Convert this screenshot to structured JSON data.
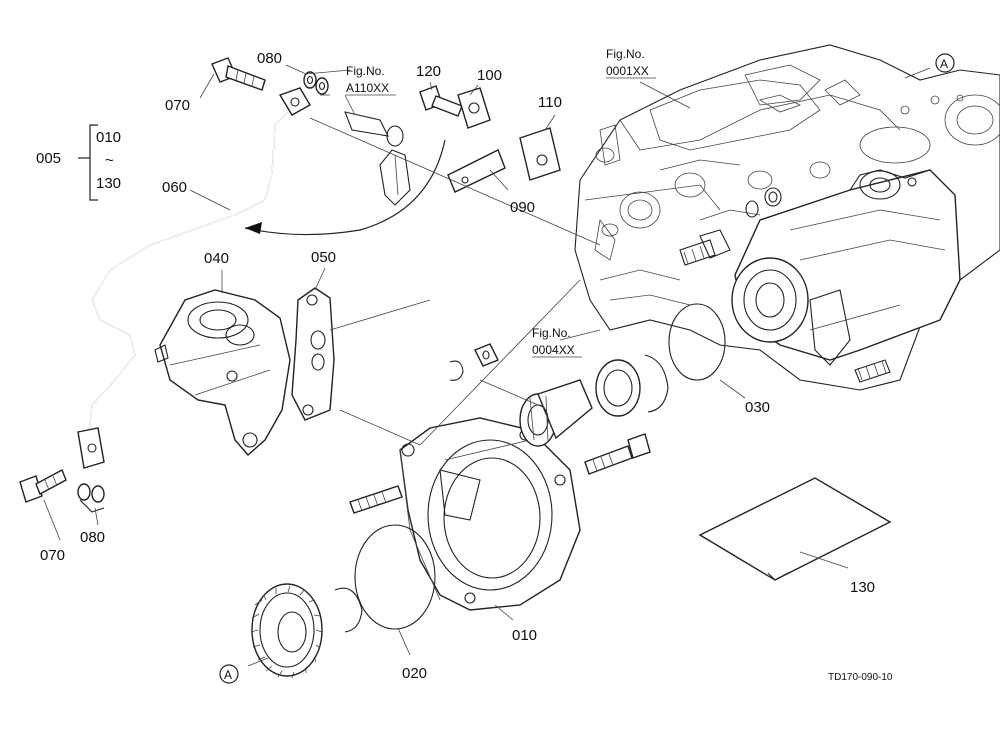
{
  "diagram": {
    "reference_code": "TD170-090-10",
    "callouts": {
      "c005": "005",
      "c010_top": "010",
      "tilde": "~",
      "c130_top": "130",
      "c060": "060",
      "c040": "040",
      "c050": "050",
      "c070_top": "070",
      "c080_top": "080",
      "c120": "120",
      "c100": "100",
      "c110": "110",
      "c090": "090",
      "c030": "030",
      "c070_bottom": "070",
      "c080_bottom": "080",
      "c010": "010",
      "c020": "020",
      "c130": "130"
    },
    "fig_refs": [
      {
        "label": "Fig.No.",
        "number": "A110XX"
      },
      {
        "label": "Fig.No.",
        "number": "0001XX"
      },
      {
        "label": "Fig.No.",
        "number": "0004XX"
      }
    ],
    "markers": {
      "top_right": "A",
      "bottom_left": "A"
    }
  }
}
